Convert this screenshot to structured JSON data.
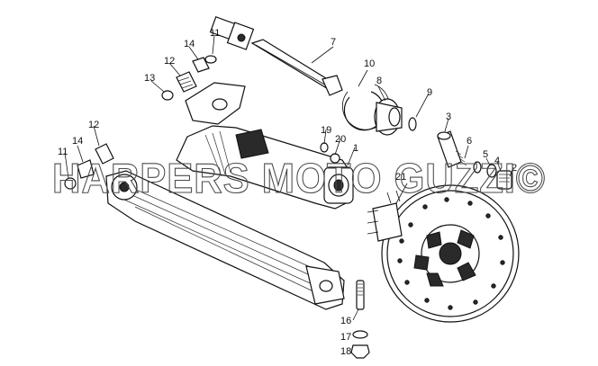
{
  "diagram": {
    "watermark": "HARPERS MOTO GUZZI©",
    "colors": {
      "ink": "#111111",
      "paper": "#ffffff",
      "watermark": "#4a4a4a"
    },
    "callouts": [
      {
        "id": "c1",
        "text": "1"
      },
      {
        "id": "c2",
        "text": "2"
      },
      {
        "id": "c3",
        "text": "3"
      },
      {
        "id": "c4",
        "text": "4"
      },
      {
        "id": "c5",
        "text": "5"
      },
      {
        "id": "c6",
        "text": "6"
      },
      {
        "id": "c7",
        "text": "7"
      },
      {
        "id": "c8",
        "text": "8"
      },
      {
        "id": "c9",
        "text": "9"
      },
      {
        "id": "c10",
        "text": "10"
      },
      {
        "id": "c11a",
        "text": "11"
      },
      {
        "id": "c11b",
        "text": "11"
      },
      {
        "id": "c12a",
        "text": "12"
      },
      {
        "id": "c12b",
        "text": "12"
      },
      {
        "id": "c13",
        "text": "13"
      },
      {
        "id": "c14a",
        "text": "14"
      },
      {
        "id": "c14b",
        "text": "14"
      },
      {
        "id": "c16",
        "text": "16"
      },
      {
        "id": "c17",
        "text": "17"
      },
      {
        "id": "c18",
        "text": "18"
      },
      {
        "id": "c19",
        "text": "19"
      },
      {
        "id": "c20",
        "text": "20"
      },
      {
        "id": "c21",
        "text": "21"
      }
    ]
  }
}
